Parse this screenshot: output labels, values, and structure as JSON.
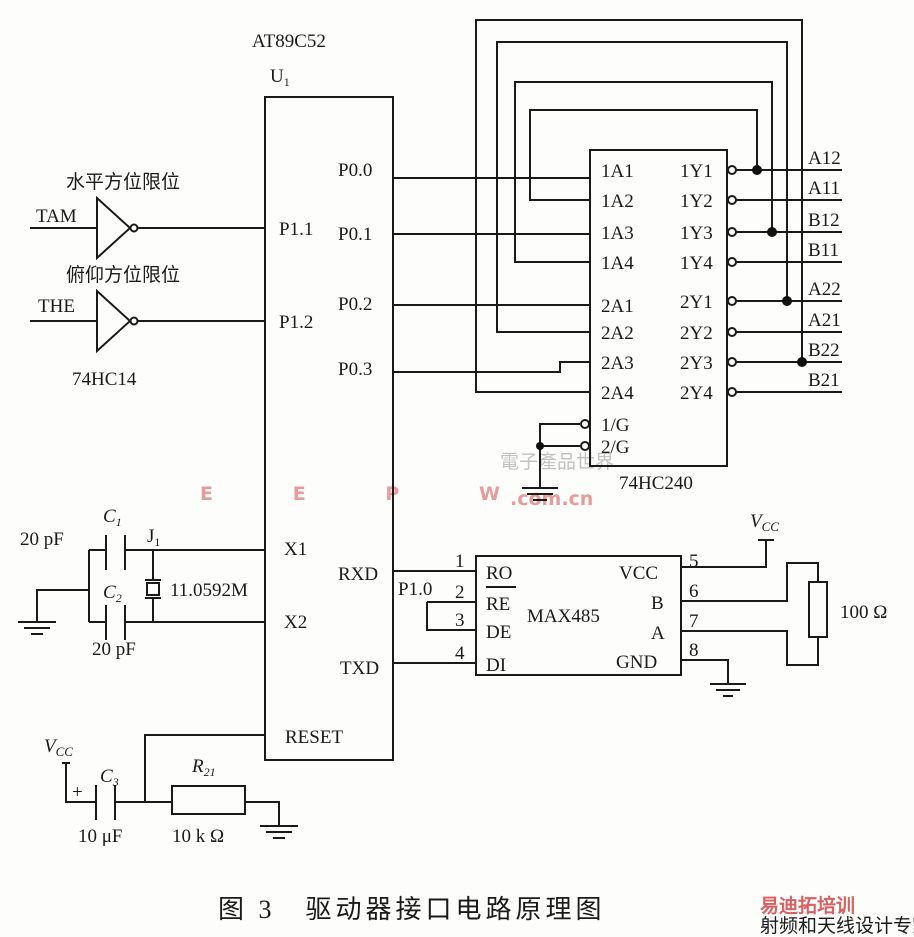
{
  "mcu": {
    "name": "AT89C52",
    "ref": "U",
    "ref_sub": "1",
    "pins": {
      "p11": "P1.1",
      "p12": "P1.2",
      "p00": "P0.0",
      "p01": "P0.1",
      "p02": "P0.2",
      "p03": "P0.3",
      "x1": "X1",
      "x2": "X2",
      "rxd": "RXD",
      "txd": "TXD",
      "reset": "RESET",
      "p10": "P1.0"
    }
  },
  "limit": {
    "horizontal_label": "水平方位限位",
    "pitch_label": "俯仰方位限位",
    "tam": "TAM",
    "the": "THE",
    "gate_chip": "74HC14"
  },
  "buffer": {
    "name": "74HC240",
    "inputs": [
      "1A1",
      "1A2",
      "1A3",
      "1A4",
      "2A1",
      "2A2",
      "2A3",
      "2A4",
      "1/G",
      "2/G"
    ],
    "outputs": [
      "1Y1",
      "1Y2",
      "1Y3",
      "1Y4",
      "2Y1",
      "2Y2",
      "2Y3",
      "2Y4"
    ],
    "signals": [
      "A12",
      "A11",
      "B12",
      "B11",
      "A22",
      "A21",
      "B22",
      "B21"
    ]
  },
  "clock": {
    "c1": "C",
    "c1_sub": "1",
    "c2": "C",
    "c2_sub": "2",
    "c1_value": "20 pF",
    "c2_value": "20 pF",
    "crystal": "J",
    "crystal_sub": "1",
    "crystal_value": "11.0592M"
  },
  "reset": {
    "vcc": "V",
    "vcc_sub": "CC",
    "c3": "C",
    "c3_sub": "3",
    "plus": "+",
    "c3_value": "10 μF",
    "r": "R",
    "r_sub": "21",
    "r_value": "10 k Ω"
  },
  "rs485": {
    "name": "MAX485",
    "left_pins": [
      "RO",
      "RE",
      "DE",
      "DI"
    ],
    "right_pins": [
      "VCC",
      "B",
      "A",
      "GND"
    ],
    "left_nums": [
      "1",
      "2",
      "3",
      "4"
    ],
    "right_nums": [
      "5",
      "6",
      "7",
      "8"
    ],
    "vcc": "V",
    "vcc_sub": "CC",
    "termination": "100 Ω"
  },
  "caption": "图 3　驱动器接口电路原理图",
  "watermarks": {
    "eepw": "EEPW",
    "eepw_cn": "電子產品世界",
    "eepw_domain": ".com.cn",
    "corner": "易迪拓培训",
    "corner_sub": "射频和天线设计专家"
  }
}
